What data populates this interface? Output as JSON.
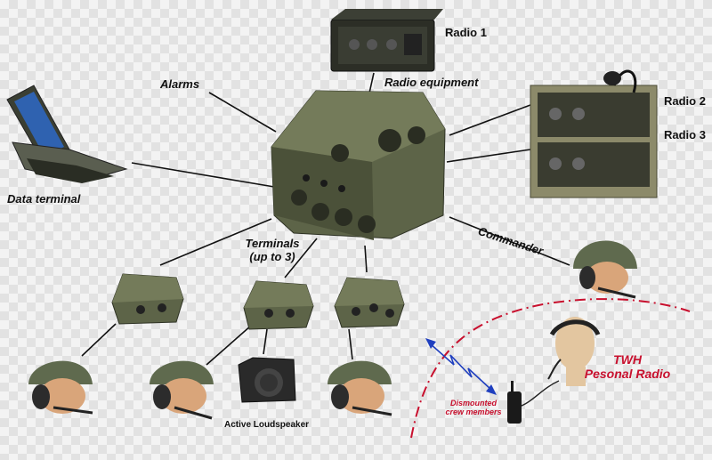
{
  "labels": {
    "radio1": "Radio 1",
    "radio_equipment": "Radio equipment",
    "alarms": "Alarms",
    "radio2": "Radio 2",
    "radio3": "Radio 3",
    "data_terminal": "Data terminal",
    "terminals_line1": "Terminals",
    "terminals_line2": "(up to 3)",
    "commander": "Commander",
    "twh_line1": "TWH",
    "twh_line2": "Pesonal Radio",
    "dismounted_line1": "Dismounted",
    "dismounted_line2": "crew members",
    "active_loudspeaker": "Active Loudspeaker"
  },
  "colors": {
    "olive": "#5d6448",
    "olive_dark": "#3c412d",
    "olive_light": "#7a8160",
    "helmet": "#5f6a4e",
    "skin": "#d9a57a",
    "red_accent": "#c8102e",
    "link_blue": "#1f3fbf",
    "black": "#1a1a1a"
  }
}
